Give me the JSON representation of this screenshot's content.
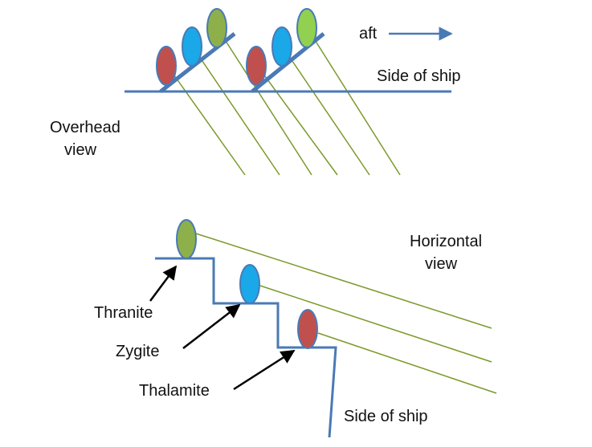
{
  "labels": {
    "aft": "aft",
    "side_of_ship_top": "Side of ship",
    "overhead_line1": "Overhead",
    "overhead_line2": "view",
    "horizontal_line1": "Horizontal",
    "horizontal_line2": "view",
    "thranite": "Thranite",
    "zygite": "Zygite",
    "thalamite": "Thalamite",
    "side_of_ship_bottom": "Side of ship"
  },
  "colors": {
    "hull": "#4a7ab5",
    "oar": "#7a9a2a",
    "thalamite_rower": "#c0504d",
    "zygite_rower": "#1aa8e8",
    "thranite_rower": "#8db04a",
    "thranite_rower_bright": "#92d050",
    "outline": "#4a7ab5",
    "arrow": "#000000",
    "aft_arrow": "#4a7ab5"
  }
}
